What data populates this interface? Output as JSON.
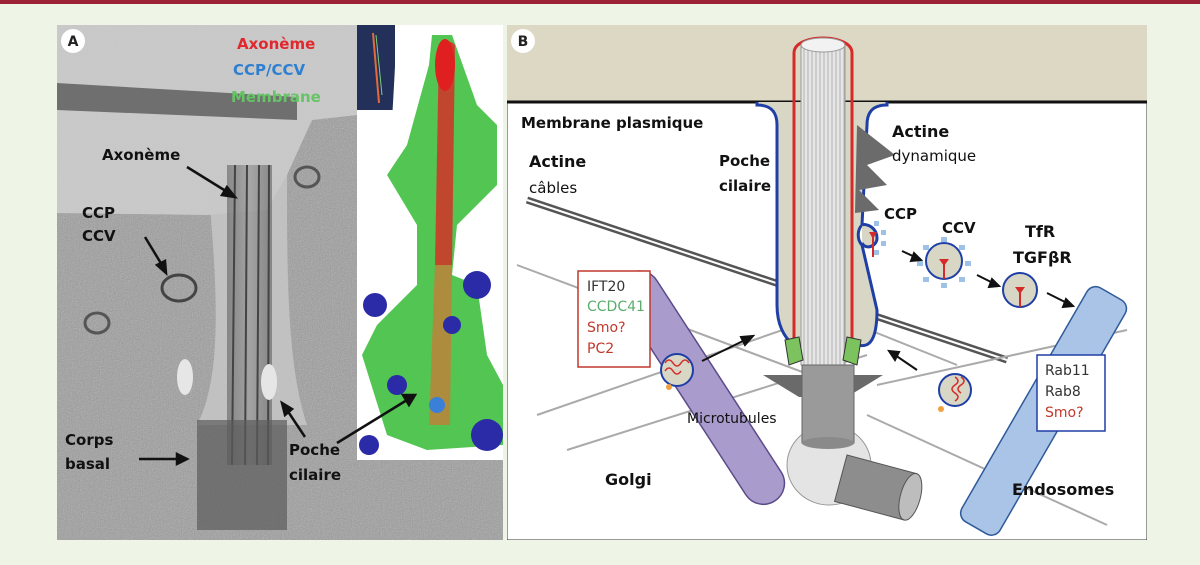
{
  "panel_a": {
    "letter": "A",
    "legend": [
      {
        "text": "Axonème",
        "color": "#e0282d"
      },
      {
        "text": "CCP/CCV",
        "color": "#2f7fd1"
      },
      {
        "text": "Membrane",
        "color": "#66c466"
      }
    ],
    "labels": {
      "axoneme": "Axonème",
      "ccp": "CCP",
      "ccv": "CCV",
      "corps_1": "Corps",
      "corps_2": "basal",
      "poche_1": "Poche",
      "poche_2": "cilaire"
    }
  },
  "panel_b": {
    "letter": "B",
    "labels": {
      "membrane": "Membrane plasmique",
      "actine_cables_1": "Actine",
      "actine_cables_2": "câbles",
      "poche_1": "Poche",
      "poche_2": "cilaire",
      "actine_dyn_1": "Actine",
      "actine_dyn_2": "dynamique",
      "ccp": "CCP",
      "ccv": "CCV",
      "tfr": "TfR",
      "tgfbr": "TGFβR",
      "microtubules": "Microtubules",
      "golgi": "Golgi",
      "endosomes": "Endosomes"
    },
    "golgi_box": [
      {
        "text": "IFT20",
        "color": "#333333"
      },
      {
        "text": "CCDC41",
        "color": "#5aae6a"
      },
      {
        "text": "Smo?",
        "color": "#c0392b"
      },
      {
        "text": "PC2",
        "color": "#c0392b"
      }
    ],
    "endo_box": [
      {
        "text": "Rab11",
        "color": "#333333"
      },
      {
        "text": "Rab8",
        "color": "#333333"
      },
      {
        "text": "Smo?",
        "color": "#c0392b"
      }
    ]
  },
  "colors": {
    "accent": "#9b2335",
    "background": "#eef5e6",
    "extracellular": "#dcd8c3",
    "golgi": "#a99bcc",
    "endosome": "#a9c4e6",
    "pocket_fill": "#d8d6c4",
    "membrane_blue": "#1f3fa6",
    "axoneme_red": "#d42a2a"
  }
}
